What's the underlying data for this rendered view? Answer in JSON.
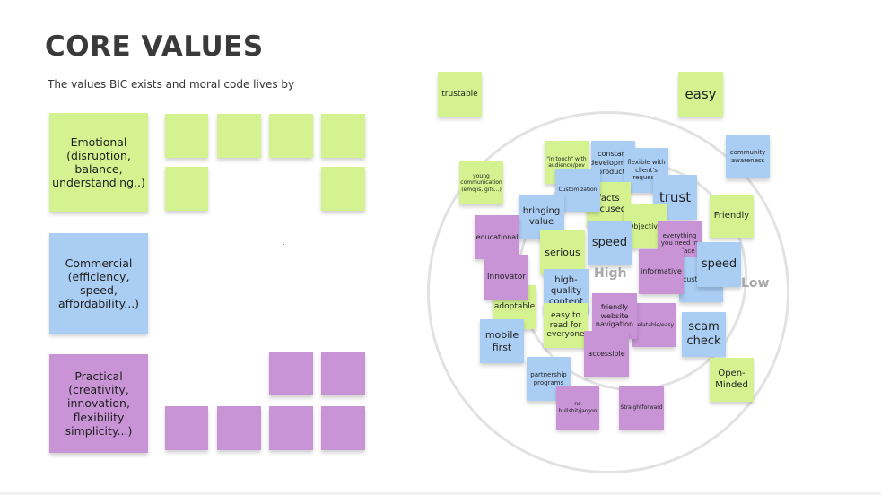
{
  "header": {
    "title": "CORE VALUES",
    "subtitle": "The values BIC exists and moral code lives by"
  },
  "categories": {
    "emotional": "Emotional (disruption, balance, understanding..)",
    "commercial": "Commercial (efficiency, speed, affordability...)",
    "practical": "Practical (creativity, innovation, flexibility simplicity...)"
  },
  "axis": {
    "high": "High",
    "low": "Low"
  },
  "colors": {
    "green": "#d4f290",
    "blue": "#a9cdf3",
    "purple": "#c894d6"
  },
  "notes": {
    "trustable": "trustable",
    "easy": "easy",
    "in_touch": "\"in touch\" with audience/pov",
    "constant": "constant development products",
    "flexible": "flexible with client's requests",
    "community": "community awareness",
    "young": "young communication (emojis, gifs...)",
    "customization": "Customization",
    "facts": "facts focused",
    "trust": "trust",
    "friendly": "Friendly",
    "bringing": "bringing value",
    "objective": "Objective",
    "everything": "everything you need in one place",
    "educational": "educational",
    "speed1": "speed",
    "serious": "serious",
    "informative": "informative",
    "custom_co": "custom co",
    "speed2": "speed",
    "innovator": "innovator",
    "high_quality": "high-quality content",
    "adoptable": "adoptable",
    "easy_read": "easy to read for everyone",
    "friendly_web": "friendly website navigation",
    "relatable": "Relatable/easy",
    "scam": "scam check",
    "mobile": "mobile first",
    "accessible": "accessible",
    "open": "Open-Minded",
    "partnership": "partnership programs",
    "no_bull": "no bullshit/jargon",
    "straightforward": "Straightforward"
  }
}
